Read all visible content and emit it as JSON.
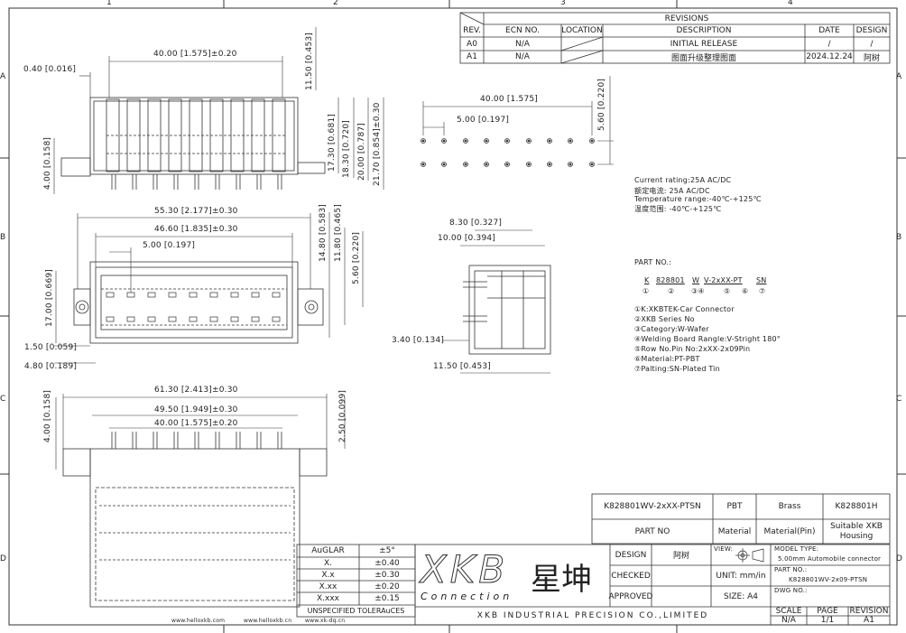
{
  "frame": {
    "cols": [
      "1",
      "2",
      "3",
      "4"
    ],
    "rows": [
      "A",
      "B",
      "C",
      "D"
    ]
  },
  "revisions": {
    "title": "REVISIONS",
    "headers": [
      "REV.",
      "ECN NO.",
      "LOCATION",
      "DESCRIPTION",
      "DATE",
      "DESIGN"
    ],
    "rows": [
      {
        "rev": "A0",
        "ecn": "N/A",
        "loc": "",
        "desc": "INITIAL RELEASE",
        "date": "/",
        "design": "/"
      },
      {
        "rev": "A1",
        "ecn": "N/A",
        "loc": "",
        "desc": "图面升级整理图面",
        "date": "2024.12.24",
        "design": "阿树"
      }
    ]
  },
  "top_view_dims": {
    "d1": "40.00 [1.575]±0.20",
    "d2": "0.40 [0.016]",
    "d3": "11.50 [0.453]",
    "d4": "17.30 [0.681]",
    "d5": "18.30 [0.720]",
    "d6": "20.00 [0.787]",
    "d7": "21.70 [0.854]±0.30",
    "d8": "4.00 [0.158]"
  },
  "pcb_view_dims": {
    "d1": "40.00 [1.575]",
    "d2": "5.00 [0.197]",
    "d3": "5.60 [0.220]"
  },
  "front_view_dims": {
    "d1": "55.30 [2.177]±0.30",
    "d2": "46.60 [1.835]±0.30",
    "d3": "5.00 [0.197]",
    "d4": "14.80 [0.583]",
    "d5": "11.80 [0.465]",
    "d6": "5.60 [0.220]",
    "d7": "17.00 [0.669]",
    "d8": "1.50 [0.059]",
    "d9": "4.80 [0.189]"
  },
  "side_view_dims": {
    "d1": "8.30 [0.327]",
    "d2": "10.00 [0.394]",
    "d3": "3.40 [0.134]",
    "d4": "11.50 [0.453]"
  },
  "bottom_view_dims": {
    "d1": "61.30 [2.413]±0.30",
    "d2": "49.50 [1.949]±0.30",
    "d3": "40.00 [1.575]±0.20",
    "d4": "4.00 [0.158]",
    "d5": "2.50 [0.099]"
  },
  "specs": [
    "Current rating:25A AC/DC",
    "额定电流: 25A AC/DC",
    "Temperature range:-40℃-+125℃",
    "温度范围: -40℃-+125℃"
  ],
  "part_no": {
    "label": "PART NO.:",
    "code_parts": [
      "K",
      "828801",
      "W",
      "V-2xXX-PT",
      "SN"
    ],
    "circles": [
      "①",
      "②",
      "③④",
      "⑤",
      "⑥",
      "⑦"
    ],
    "legend": [
      "①K:XKBTEK-Car Connector",
      "②XKB Series No",
      "③Category:W-Wafer",
      "④Welding Board Rangle:V-Stright 180°",
      "⑤Row No.Pin No:2xXX-2x09Pin",
      "⑥Material:PT-PBT",
      "⑦Palting:SN-Plated Tin"
    ]
  },
  "material_table": {
    "part": "K828801WV-2xXX-PTSN",
    "material": "PBT",
    "pin_material": "Brass",
    "match": "K828801H",
    "h_part": "PART NO",
    "h_material": "Material",
    "h_pin": "Material(Pin)",
    "h_match": "Suitable XKB Housing"
  },
  "tolerance": {
    "rows": [
      {
        "k": "AuGLAR",
        "v": "±5°"
      },
      {
        "k": "X.",
        "v": "±0.40"
      },
      {
        "k": "X.x",
        "v": "±0.30"
      },
      {
        "k": "X.xx",
        "v": "±0.20"
      },
      {
        "k": "X.xxx",
        "v": "±0.15"
      }
    ],
    "footer": "UNSPECIFIED TOLERAuCES"
  },
  "logo": {
    "main": "XKB",
    "script": "星坤",
    "sub": "Connection"
  },
  "title_block": {
    "design_label": "DESIGN",
    "design_val": "阿树",
    "checked_label": "CHECKED",
    "approved_label": "APPROVED",
    "view_label": "VIEW:",
    "unit": "UNIT: mm/in",
    "size": "SIZE: A4",
    "model_label": "MODEL TYPE:",
    "model_val": "5.00mm Automobile connector",
    "partno_label": "PART NO.:",
    "partno_val": "K828801WV-2x09-PTSN",
    "dwg_label": "DWG NO.:",
    "company": "XKB INDUSTRIAL PRECISION CO.,LIMITED",
    "scale_label": "SCALE",
    "scale_val": "N/A",
    "page_label": "PAGE",
    "page_val": "1/1",
    "revision_label": "REVISION",
    "revision_val": "A1"
  },
  "footer_links": [
    "www.helloxkb.com",
    "www.helloxkb.cn",
    "www.xk-dq.cn"
  ]
}
